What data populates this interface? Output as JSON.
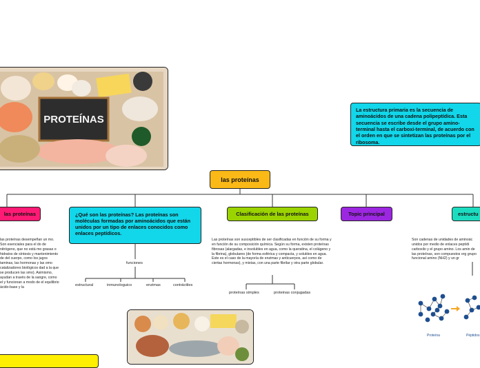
{
  "root": {
    "label": "las proteínas"
  },
  "top_note": {
    "text": "La estructura primaria es la secuencia de aminoácidos de una cadena polipeptídica. Esta secuencia se escribe desde el grupo amino-terminal hasta el carboxi-terminal, de acuerdo con el orden en que se sintetizan las proteínas por el ribosoma."
  },
  "branches": [
    {
      "label": "las proteínas",
      "color": "#ff1a75"
    },
    {
      "label": "¿Qué son las proteínas? Las proteínas son moléculas formadas por aminoácidos que están unidos por un tipo de enlaces conocidos como enlaces peptídicos.",
      "color": "#12d7ea"
    },
    {
      "label": "Clasificación de las proteínas",
      "color": "#9bd300"
    },
    {
      "label": "Topic principal",
      "color": "#9c27e0"
    },
    {
      "label": "estructu",
      "color": "#1cdcc0"
    }
  ],
  "funciones_text": "las proteínas desempeñan un mo. Son esenciales para el do de nitrógeno, que no está mo grasas o hidratos de síntesis y mantenimiento de del cuerpo, como los jugos taminas, las hormonas y las omo catalizadores biológicos dad a la que se producen las smo). Asimismo, ayudan a través de la sangre, como el y funcionan a modo de el equilibrio ácido-base y la",
  "funciones": {
    "label": "funciones",
    "children": [
      "estructural",
      "inmunologuico",
      "enzimas",
      "contráctiles"
    ]
  },
  "clasificacion_text": "Las proteínas son susceptibles de ser clasificadas en función de su forma y en función de su composición química. Según su forma, existen proteínas fibrosas (alargadas, e insolubles en agua, como la queratina, el colágeno y la fibrina), globulares (de forma esférica y compacta, y solubles en agua. Este es el caso de la mayoría de enzimas y anticuerpos, así como de ciertas hormonas), y mixtas, con una parte fibrilar y otra parte globular.",
  "clasificacion_children": [
    "proteínas simples",
    "proteinas conjugadas"
  ],
  "estructura_text": "Son cadenas de unidades de aminoác unidos por medio de enlaces peptídi carboxilo y el grupo amino. Los amin de las proteínas, son compuestos org grupo funcional amino (NH2) y un gr",
  "molecule_labels": [
    "Proteína",
    "Péptidos"
  ],
  "image_caption": "PROTEÍNAS",
  "colors": {
    "root": "#fbb917",
    "note": "#12d7ea",
    "yellow": "#ffef00",
    "arrow": "#f5a623"
  }
}
